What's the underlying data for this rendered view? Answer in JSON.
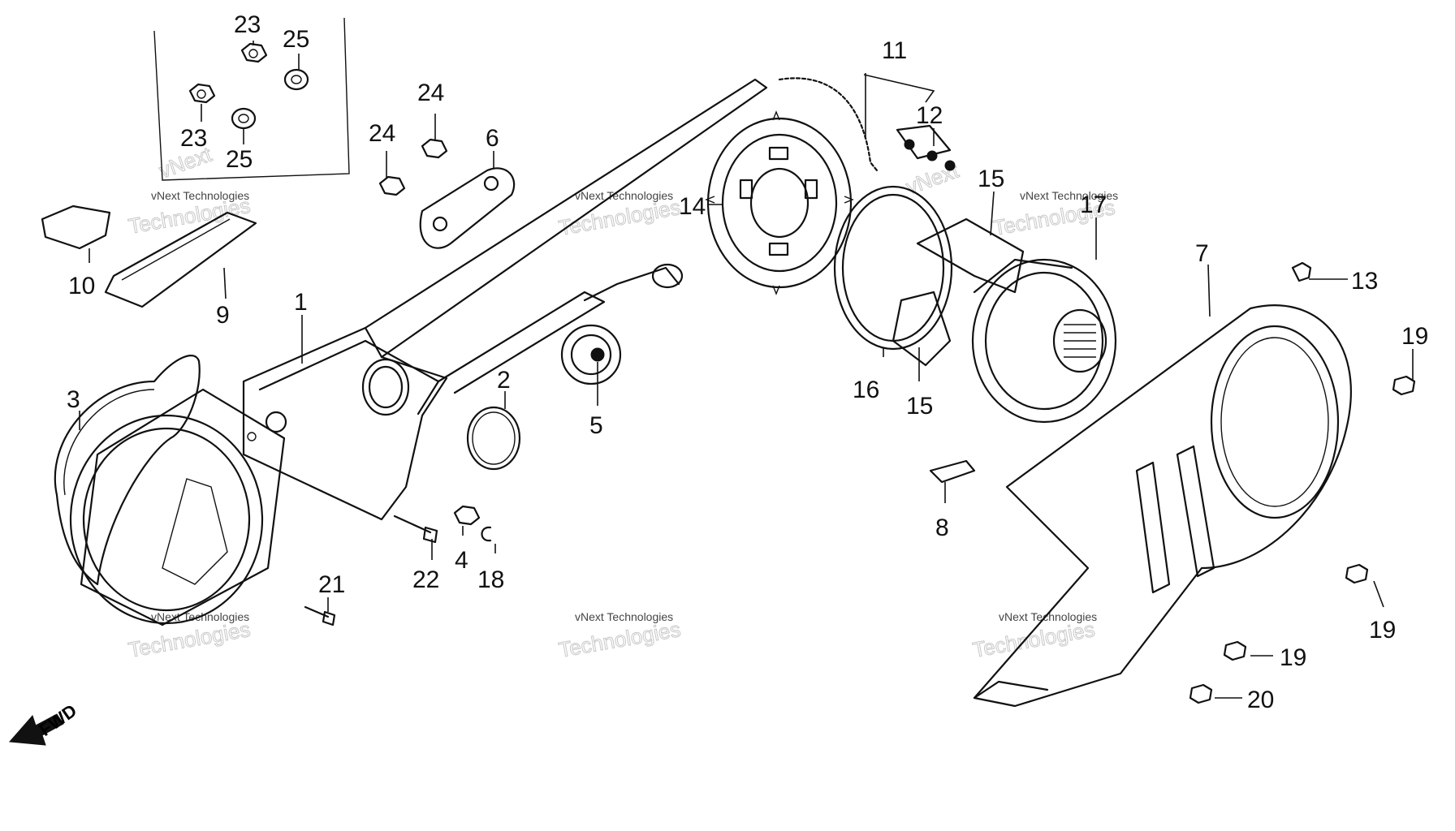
{
  "watermark": {
    "line1": "vNext Technologies",
    "line2": "Technologies",
    "line3": "vNext"
  },
  "direction_label": "FWD",
  "callouts": [
    {
      "id": "c1",
      "label": "1"
    },
    {
      "id": "c2",
      "label": "2"
    },
    {
      "id": "c3",
      "label": "3"
    },
    {
      "id": "c4",
      "label": "4"
    },
    {
      "id": "c5",
      "label": "5"
    },
    {
      "id": "c6",
      "label": "6"
    },
    {
      "id": "c7",
      "label": "7"
    },
    {
      "id": "c8",
      "label": "8"
    },
    {
      "id": "c9",
      "label": "9"
    },
    {
      "id": "c10",
      "label": "10"
    },
    {
      "id": "c11",
      "label": "11"
    },
    {
      "id": "c12",
      "label": "12"
    },
    {
      "id": "c13",
      "label": "13"
    },
    {
      "id": "c14",
      "label": "14"
    },
    {
      "id": "c15a",
      "label": "15"
    },
    {
      "id": "c15b",
      "label": "15"
    },
    {
      "id": "c16",
      "label": "16"
    },
    {
      "id": "c17",
      "label": "17"
    },
    {
      "id": "c18",
      "label": "18"
    },
    {
      "id": "c19a",
      "label": "19"
    },
    {
      "id": "c19b",
      "label": "19"
    },
    {
      "id": "c19c",
      "label": "19"
    },
    {
      "id": "c20",
      "label": "20"
    },
    {
      "id": "c21",
      "label": "21"
    },
    {
      "id": "c22",
      "label": "22"
    },
    {
      "id": "c23a",
      "label": "23"
    },
    {
      "id": "c23b",
      "label": "23"
    },
    {
      "id": "c24a",
      "label": "24"
    },
    {
      "id": "c24b",
      "label": "24"
    },
    {
      "id": "c25a",
      "label": "25"
    },
    {
      "id": "c25b",
      "label": "25"
    }
  ]
}
